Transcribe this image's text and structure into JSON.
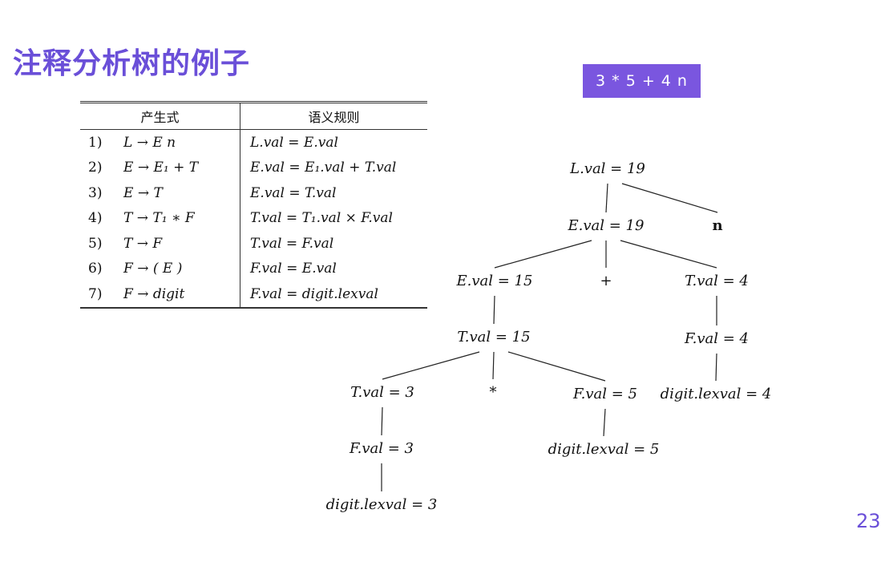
{
  "slide": {
    "title": "注释分析树的例子",
    "example_input": "3 * 5 + 4 n",
    "page_number": "23"
  },
  "table": {
    "headers": {
      "production": "产生式",
      "rule": "语义规则"
    },
    "rows": [
      {
        "num": "1)",
        "production": "L → E n",
        "rule": "L.val = E.val"
      },
      {
        "num": "2)",
        "production": "E → E₁ + T",
        "rule": "E.val = E₁.val + T.val"
      },
      {
        "num": "3)",
        "production": "E → T",
        "rule": "E.val = T.val"
      },
      {
        "num": "4)",
        "production": "T → T₁ ∗ F",
        "rule": "T.val = T₁.val × F.val"
      },
      {
        "num": "5)",
        "production": "T → F",
        "rule": "T.val = F.val"
      },
      {
        "num": "6)",
        "production": "F → ( E )",
        "rule": "F.val = E.val"
      },
      {
        "num": "7)",
        "production": "F → digit",
        "rule": "F.val = digit.lexval"
      }
    ]
  },
  "tree": {
    "nodes": [
      {
        "id": "L",
        "label": "L.val = 19"
      },
      {
        "id": "E1",
        "label": "E.val = 19"
      },
      {
        "id": "n",
        "label": "n"
      },
      {
        "id": "E2",
        "label": "E.val = 15"
      },
      {
        "id": "plus",
        "label": "+"
      },
      {
        "id": "T1",
        "label": "T.val = 4"
      },
      {
        "id": "T2",
        "label": "T.val = 15"
      },
      {
        "id": "F1",
        "label": "F.val = 4"
      },
      {
        "id": "T3",
        "label": "T.val = 3"
      },
      {
        "id": "star",
        "label": "*"
      },
      {
        "id": "F2",
        "label": "F.val = 5"
      },
      {
        "id": "d4",
        "label": "digit.lexval = 4"
      },
      {
        "id": "F3",
        "label": "F.val = 3"
      },
      {
        "id": "d5",
        "label": "digit.lexval = 5"
      },
      {
        "id": "d3",
        "label": "digit.lexval = 3"
      }
    ],
    "edges": [
      [
        "L",
        "E1"
      ],
      [
        "L",
        "n"
      ],
      [
        "E1",
        "E2"
      ],
      [
        "E1",
        "plus"
      ],
      [
        "E1",
        "T1"
      ],
      [
        "E2",
        "T2"
      ],
      [
        "T1",
        "F1"
      ],
      [
        "T2",
        "T3"
      ],
      [
        "T2",
        "star"
      ],
      [
        "T2",
        "F2"
      ],
      [
        "F1",
        "d4"
      ],
      [
        "T3",
        "F3"
      ],
      [
        "F2",
        "d5"
      ],
      [
        "F3",
        "d3"
      ]
    ]
  }
}
